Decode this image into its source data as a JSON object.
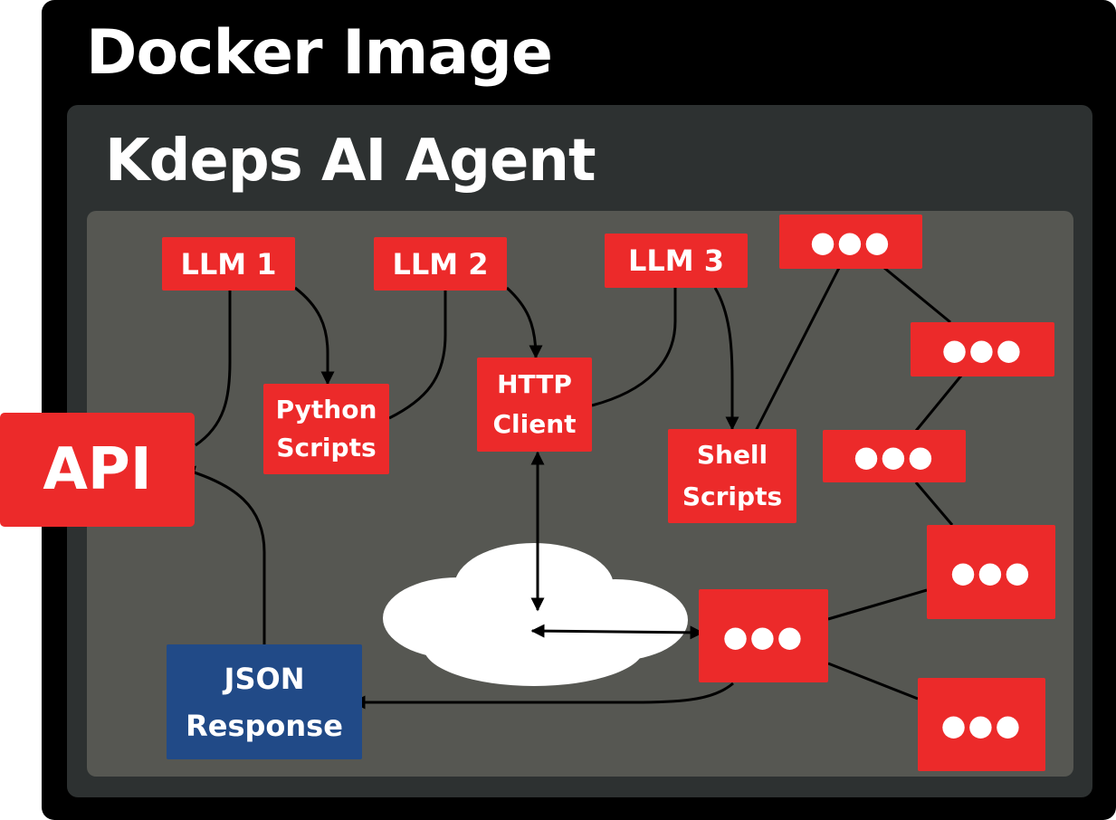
{
  "outer": {
    "title": "Docker Image"
  },
  "agent": {
    "title": "Kdeps AI Agent"
  },
  "nodes": {
    "api": "API",
    "llm1": "LLM 1",
    "llm2": "LLM 2",
    "llm3": "LLM 3",
    "python": [
      "Python",
      "Scripts"
    ],
    "http": [
      "HTTP",
      "Client"
    ],
    "shell": [
      "Shell",
      "Scripts"
    ],
    "json": [
      "JSON",
      "Response"
    ],
    "ellipsis": "●●●"
  },
  "colors": {
    "outer": "#000000",
    "agent": "#2d3131",
    "panel": "#565752",
    "node": "#ec2a2a",
    "response": "#214a87",
    "cloud": "#ffffff"
  }
}
